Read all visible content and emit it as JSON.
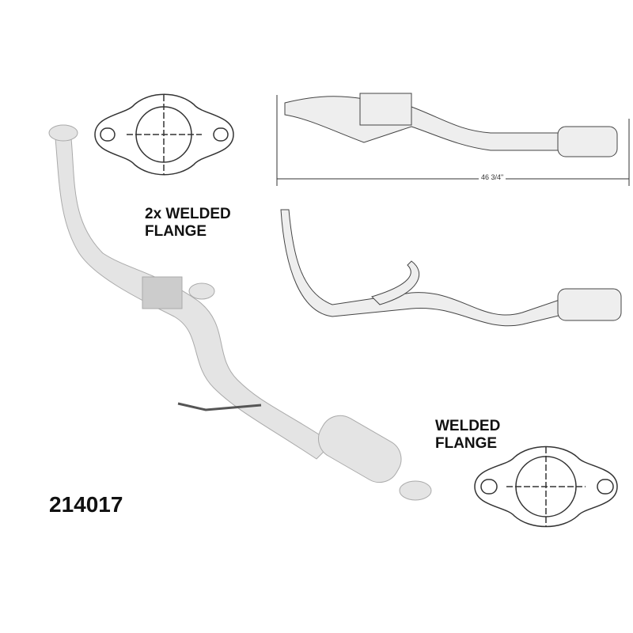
{
  "labels": {
    "top_flange": "2x WELDED FLANGE",
    "bottom_flange": "WELDED FLANGE",
    "part_number": "214017",
    "dimension": "46 3/4\""
  },
  "colors": {
    "line": "#333333",
    "part_fill": "#e4e4e4"
  }
}
